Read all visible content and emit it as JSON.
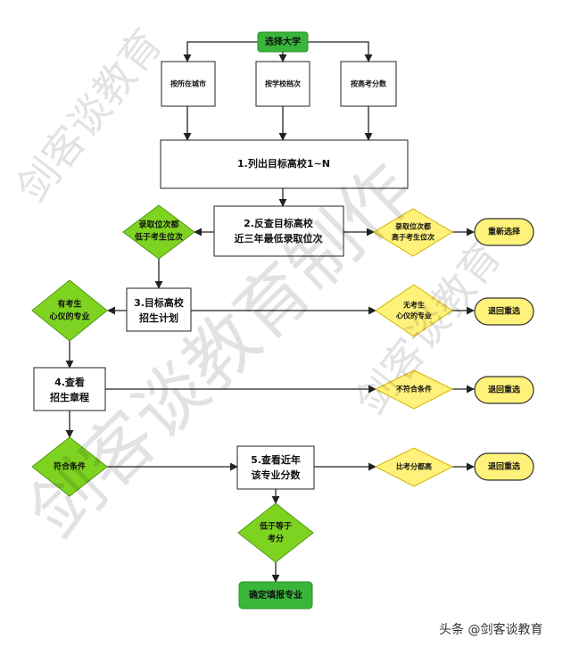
{
  "nodes": {
    "choose_university": "选择大学",
    "by_city": "按所在城市",
    "by_tier": "按学校档次",
    "by_score": "按高考分数",
    "step1": "1.列出目标高校1~N",
    "step2": [
      "2.反查目标高校",
      "近三年最低录取位次"
    ],
    "rank_lower": [
      "录取位次都",
      "低于考生位次"
    ],
    "rank_higher": [
      "录取位次都",
      "高于考生位次"
    ],
    "reselect": "重新选择",
    "step3": [
      "3.目标高校",
      "招生计划"
    ],
    "has_major": [
      "有考生",
      "心仪的专业"
    ],
    "no_major": [
      "无考生",
      "心仪的专业"
    ],
    "go_back_1": "退回重选",
    "step4": [
      "4.查看",
      "招生章程"
    ],
    "not_qualified": "不符合条件",
    "go_back_2": "退回重选",
    "qualified": "符合条件",
    "step5": [
      "5.查看近年",
      "该专业分数"
    ],
    "score_higher": "比考分都高",
    "go_back_3": "退回重选",
    "score_lower_equal": [
      "低于等于",
      "考分"
    ],
    "final": "确定填报专业"
  },
  "watermark": {
    "main": "剑客谈教育制作",
    "secondary": "剑客谈教育"
  },
  "signature": "头条 @剑客谈教育"
}
